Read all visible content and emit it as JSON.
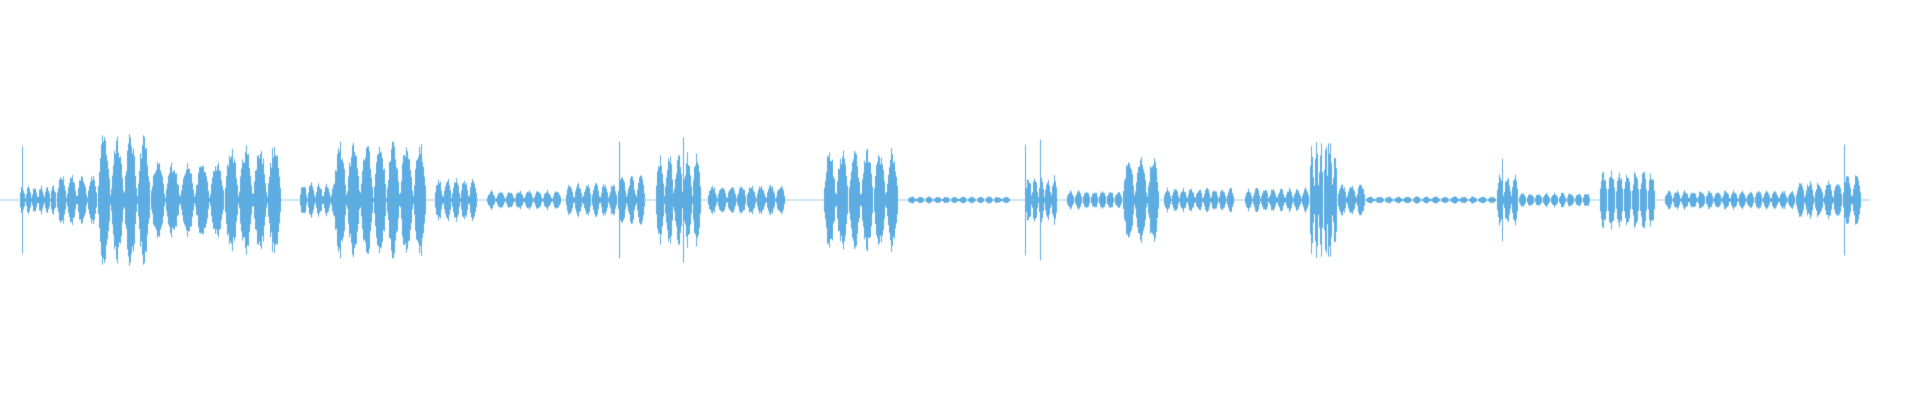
{
  "waveform": {
    "color": "#5dade2",
    "background": "#ffffff",
    "segments": [
      {
        "start": 0.01,
        "end": 0.03,
        "amp": 0.12,
        "n": 6
      },
      {
        "start": 0.03,
        "end": 0.052,
        "amp": 0.22,
        "n": 4
      },
      {
        "start": 0.052,
        "end": 0.08,
        "amp": 0.55,
        "n": 4
      },
      {
        "start": 0.08,
        "end": 0.12,
        "amp": 0.32,
        "n": 5
      },
      {
        "start": 0.12,
        "end": 0.15,
        "amp": 0.45,
        "n": 4
      },
      {
        "start": 0.16,
        "end": 0.185,
        "amp": 0.15,
        "n": 6
      },
      {
        "start": 0.178,
        "end": 0.228,
        "amp": 0.48,
        "n": 7
      },
      {
        "start": 0.232,
        "end": 0.255,
        "amp": 0.18,
        "n": 5
      },
      {
        "start": 0.26,
        "end": 0.3,
        "amp": 0.08,
        "n": 8
      },
      {
        "start": 0.302,
        "end": 0.33,
        "amp": 0.14,
        "n": 6
      },
      {
        "start": 0.33,
        "end": 0.345,
        "amp": 0.2,
        "n": 3
      },
      {
        "start": 0.35,
        "end": 0.375,
        "amp": 0.38,
        "n": 5
      },
      {
        "start": 0.378,
        "end": 0.42,
        "amp": 0.13,
        "n": 8
      },
      {
        "start": 0.44,
        "end": 0.48,
        "amp": 0.42,
        "n": 6
      },
      {
        "start": 0.485,
        "end": 0.54,
        "amp": 0.03,
        "n": 12
      },
      {
        "start": 0.548,
        "end": 0.565,
        "amp": 0.2,
        "n": 5
      },
      {
        "start": 0.57,
        "end": 0.6,
        "amp": 0.08,
        "n": 7
      },
      {
        "start": 0.6,
        "end": 0.62,
        "amp": 0.35,
        "n": 3
      },
      {
        "start": 0.622,
        "end": 0.66,
        "amp": 0.1,
        "n": 9
      },
      {
        "start": 0.665,
        "end": 0.7,
        "amp": 0.1,
        "n": 8
      },
      {
        "start": 0.7,
        "end": 0.715,
        "amp": 0.48,
        "n": 6
      },
      {
        "start": 0.715,
        "end": 0.73,
        "amp": 0.14,
        "n": 3
      },
      {
        "start": 0.73,
        "end": 0.8,
        "amp": 0.03,
        "n": 14
      },
      {
        "start": 0.8,
        "end": 0.812,
        "amp": 0.22,
        "n": 3
      },
      {
        "start": 0.812,
        "end": 0.85,
        "amp": 0.06,
        "n": 9
      },
      {
        "start": 0.855,
        "end": 0.885,
        "amp": 0.24,
        "n": 7
      },
      {
        "start": 0.89,
        "end": 0.96,
        "amp": 0.08,
        "n": 16
      },
      {
        "start": 0.96,
        "end": 0.985,
        "amp": 0.16,
        "n": 5
      },
      {
        "start": 0.985,
        "end": 0.995,
        "amp": 0.22,
        "n": 2
      }
    ]
  }
}
